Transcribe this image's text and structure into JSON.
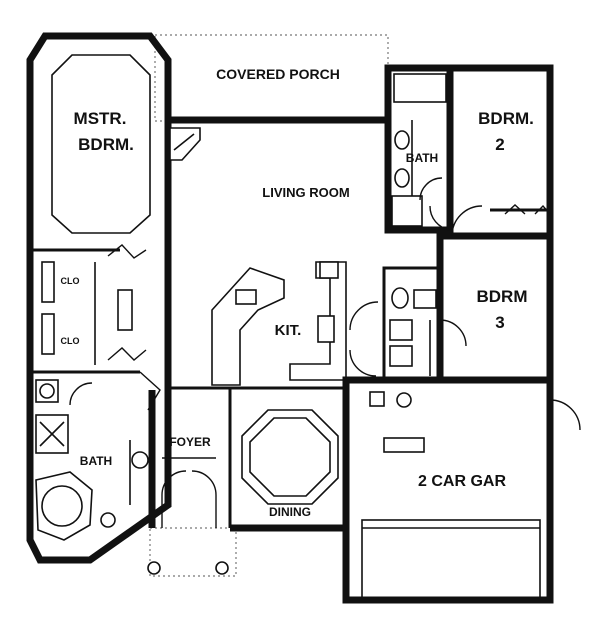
{
  "rooms": {
    "covered_porch": "COVERED PORCH",
    "master_bedroom_line1": "MSTR.",
    "master_bedroom_line2": "BDRM.",
    "bath_upper": "BATH",
    "bedroom2_line1": "BDRM.",
    "bedroom2_line2": "2",
    "living_room": "LIVING ROOM",
    "closet_1": "CLO",
    "closet_2": "CLO",
    "kitchen": "KIT.",
    "bedroom3_line1": "BDRM",
    "bedroom3_line2": "3",
    "bath_master": "BATH",
    "foyer": "FOYER",
    "dining": "DINING",
    "garage": "2 CAR GAR"
  }
}
